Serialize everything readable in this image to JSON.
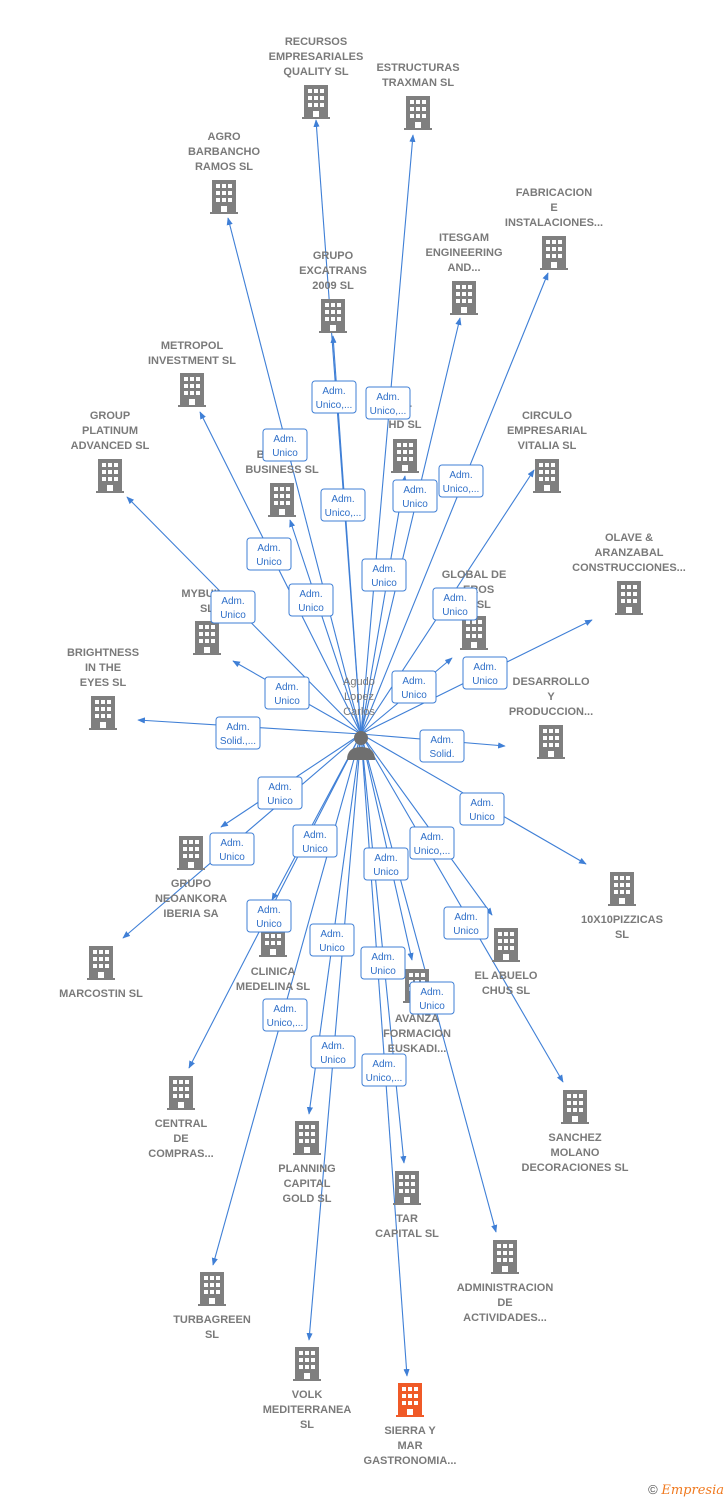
{
  "center": {
    "name_lines": [
      "Agudo",
      "Lopez",
      "Carlos"
    ]
  },
  "colors": {
    "edge": "#3f7fd6",
    "building": "#7f7f7f",
    "building_highlight": "#f05a28"
  },
  "nodes": [
    {
      "id": "recursos",
      "lines": [
        "RECURSOS",
        "EMPRESARIALES",
        "QUALITY  SL"
      ],
      "edge": [
        "Adm.",
        "Unico,..."
      ]
    },
    {
      "id": "estructuras",
      "lines": [
        "ESTRUCTURAS",
        "TRAXMAN  SL"
      ],
      "edge": [
        "Adm.",
        "Unico,..."
      ]
    },
    {
      "id": "agro",
      "lines": [
        "AGRO",
        "BARBANCHO",
        "RAMOS  SL"
      ],
      "edge": [
        "Adm.",
        "Unico"
      ]
    },
    {
      "id": "fabricacion",
      "lines": [
        "FABRICACION",
        "E",
        "INSTALACIONES..."
      ],
      "edge": [
        "Adm.",
        "Unico,..."
      ]
    },
    {
      "id": "grupo-excatrans",
      "lines": [
        "GRUPO",
        "EXCATRANS",
        "2009  SL"
      ],
      "edge": [
        "Adm.",
        "Unico,..."
      ]
    },
    {
      "id": "itesgam",
      "lines": [
        "ITESGAM",
        "ENGINEERING",
        "AND..."
      ],
      "edge": [
        "Adm.",
        "Unico"
      ]
    },
    {
      "id": "metropol",
      "lines": [
        "METROPOL",
        "INVESTMENT SL"
      ],
      "edge": [
        "Adm.",
        "Unico"
      ]
    },
    {
      "id": "tt-hd",
      "lines": [
        "TT",
        "HD  SL"
      ],
      "edge": [
        "Adm.",
        "Unico"
      ]
    },
    {
      "id": "group-platinum",
      "lines": [
        "GROUP",
        "PLATINUM",
        "ADVANCED  SL"
      ],
      "edge": [
        "Adm.",
        "Unico"
      ]
    },
    {
      "id": "pa-business",
      "lines": [
        "PA...S",
        "BUS...S &",
        "BUSINESS  SL"
      ],
      "edge": [
        "Adm.",
        "Unico"
      ]
    },
    {
      "id": "circulo",
      "lines": [
        "CIRCULO",
        "EMPRESARIAL",
        "VITALIA  SL"
      ],
      "edge": [
        "Adm.",
        "Unico"
      ]
    },
    {
      "id": "olave",
      "lines": [
        "OLAVE &",
        "ARANZABAL",
        "CONSTRUCCIONES..."
      ],
      "edge": [
        "Adm.",
        "Unico"
      ]
    },
    {
      "id": "mybuil",
      "lines": [
        "MYBUIL...",
        "SL"
      ],
      "edge": [
        "Adm.",
        "Unico"
      ]
    },
    {
      "id": "global",
      "lines": [
        "GLOBAL DE",
        "...EROS",
        "...A  SL"
      ],
      "edge": [
        "Adm.",
        "Unico"
      ]
    },
    {
      "id": "brightness",
      "lines": [
        "BRIGHTNESS",
        "IN THE",
        "EYES  SL"
      ],
      "edge": [
        "Adm.",
        "Solid.,..."
      ]
    },
    {
      "id": "desarrollo",
      "lines": [
        "DESARROLLO",
        "Y",
        "PRODUCCION..."
      ],
      "edge": [
        "Adm.",
        "Solid."
      ]
    },
    {
      "id": "10x10",
      "lines": [
        "10X10PIZZICAS",
        "SL"
      ],
      "edge": [
        "Adm.",
        "Unico"
      ]
    },
    {
      "id": "grupo-neoankora",
      "lines": [
        "GRUPO",
        "NEOANKORA",
        "IBERIA SA"
      ],
      "edge": [
        "Adm.",
        "Unico"
      ]
    },
    {
      "id": "marcostin",
      "lines": [
        "MARCOSTIN SL"
      ],
      "edge": [
        "Adm.",
        "Unico"
      ]
    },
    {
      "id": "clinica",
      "lines": [
        "CLINICA",
        "MEDELINA  SL"
      ],
      "edge": [
        "Adm.",
        "Unico"
      ]
    },
    {
      "id": "el-abuelo",
      "lines": [
        "EL ABUELO",
        "CHUS  SL"
      ],
      "edge": [
        "Adm.",
        "Unico,..."
      ]
    },
    {
      "id": "avanza",
      "lines": [
        "AVANZA",
        "FORMACION",
        "EUSKADI..."
      ],
      "edge": [
        "Adm.",
        "Unico"
      ]
    },
    {
      "id": "central",
      "lines": [
        "CENTRAL",
        "DE",
        "COMPRAS..."
      ],
      "edge": [
        "Adm.",
        "Unico"
      ]
    },
    {
      "id": "sanchez",
      "lines": [
        "SANCHEZ",
        "MOLANO",
        "DECORACIONES SL"
      ],
      "edge": [
        "Adm.",
        "Unico"
      ]
    },
    {
      "id": "planning",
      "lines": [
        "PLANNING",
        "CAPITAL",
        "GOLD  SL"
      ],
      "edge": [
        "Adm.",
        "Unico"
      ]
    },
    {
      "id": "tar",
      "lines": [
        "TAR",
        "CAPITAL  SL"
      ],
      "edge": [
        "Adm.",
        "Unico"
      ]
    },
    {
      "id": "administracion",
      "lines": [
        "ADMINISTRACION",
        "DE",
        "ACTIVIDADES..."
      ],
      "edge": [
        "Adm.",
        "Unico"
      ]
    },
    {
      "id": "turbagreen",
      "lines": [
        "TURBAGREEN",
        "SL"
      ],
      "edge": [
        "Adm.",
        "Unico,..."
      ]
    },
    {
      "id": "volk",
      "lines": [
        "VOLK",
        "MEDITERRANEA",
        "SL"
      ],
      "edge": [
        "Adm.",
        "Unico"
      ]
    },
    {
      "id": "sierra",
      "lines": [
        "SIERRA Y",
        "MAR",
        "GASTRONOMIA..."
      ],
      "edge": [
        "Adm.",
        "Unico,..."
      ],
      "highlight": true
    }
  ],
  "footer": {
    "copyright": "©",
    "brand": "Empresia"
  }
}
